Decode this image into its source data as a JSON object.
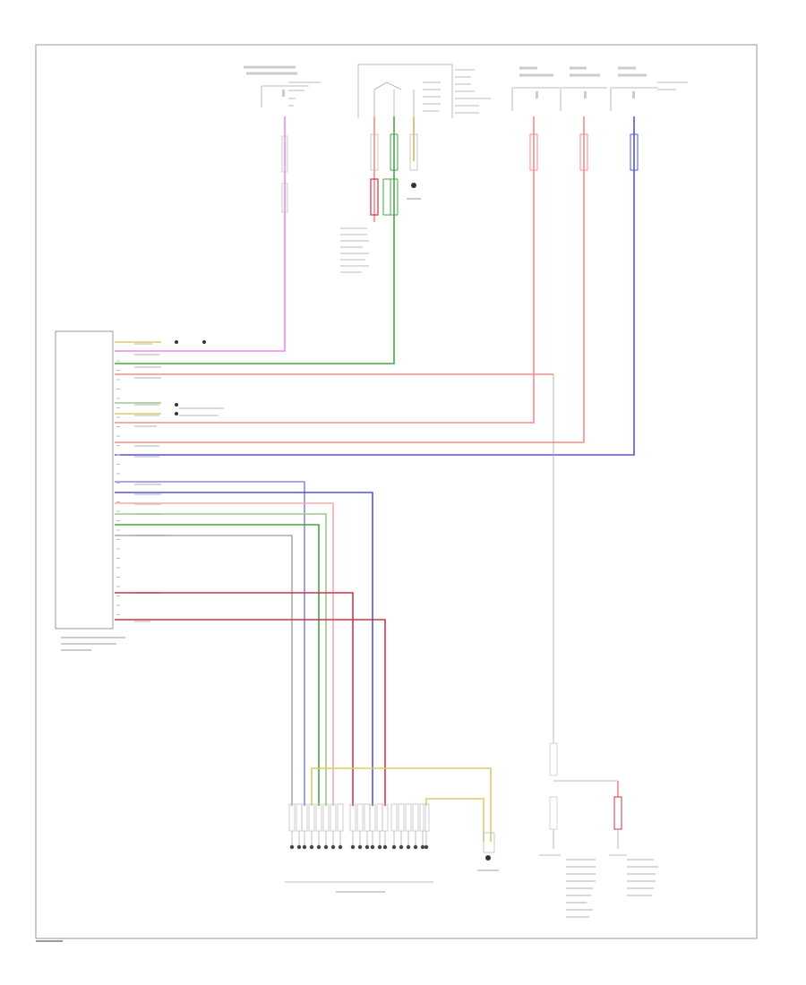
{
  "diagram": {
    "stamp": "",
    "colors": {
      "pink": "#ee88ee",
      "green": "#44aa44",
      "red": "#ff8888",
      "dark_red": "#d0344a",
      "blue": "#5555dd",
      "gray": "#888888",
      "yellow": "#ddcc66",
      "light_green": "#99cc88"
    },
    "components": [
      {
        "id": "fuse-left",
        "icon": "fuse-icon",
        "label": ""
      },
      {
        "id": "switch-top",
        "icon": "switch-icon",
        "label": ""
      },
      {
        "id": "fuse-1",
        "icon": "fuse-icon",
        "label": ""
      },
      {
        "id": "fuse-2",
        "icon": "fuse-icon",
        "label": ""
      },
      {
        "id": "fuse-3",
        "icon": "fuse-icon",
        "label": ""
      },
      {
        "id": "control-module",
        "icon": "module-icon",
        "label": ""
      },
      {
        "id": "trailer-socket",
        "icon": "connector-icon",
        "label": ""
      },
      {
        "id": "ground-g1",
        "icon": "ground-icon",
        "label": ""
      },
      {
        "id": "ground-g2",
        "icon": "ground-icon",
        "label": ""
      },
      {
        "id": "lamp-right-1",
        "icon": "component-icon",
        "label": ""
      },
      {
        "id": "lamp-right-2",
        "icon": "component-icon",
        "label": ""
      }
    ]
  }
}
